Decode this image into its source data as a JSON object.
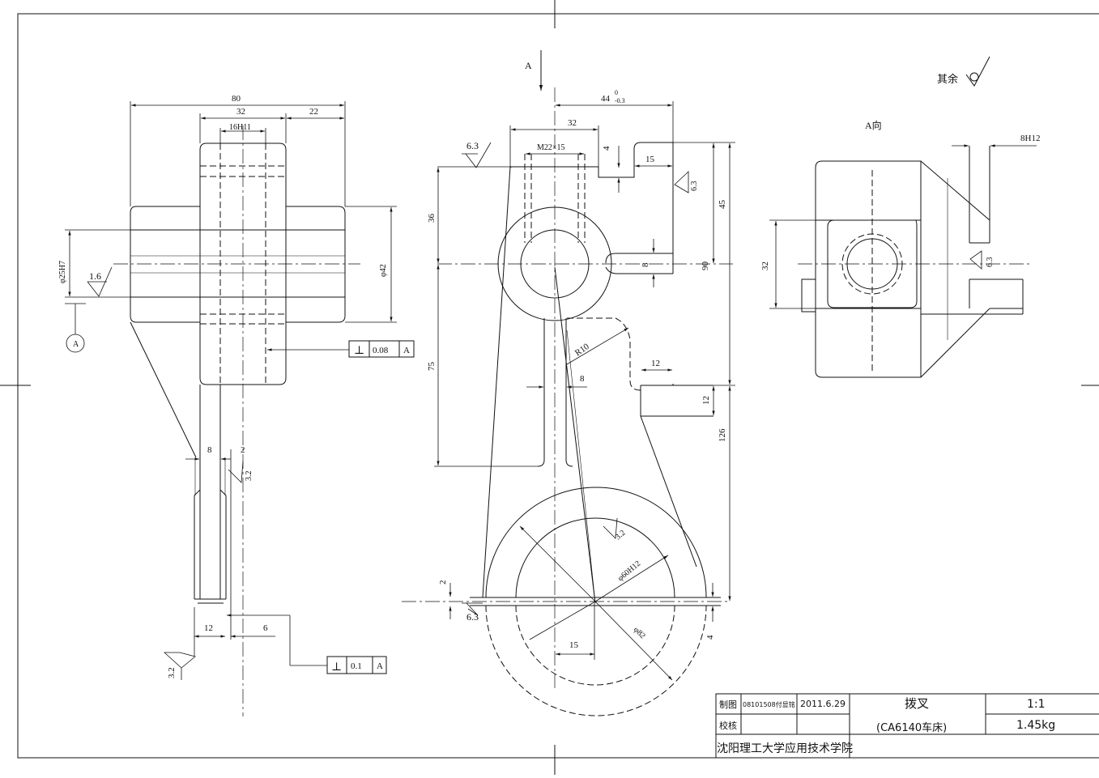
{
  "drawing": {
    "view_labels": {
      "direction_arrow": "A",
      "view_a": "A向",
      "datum": "A"
    },
    "general_roughness": {
      "label": "其余"
    },
    "left_view": {
      "dims": {
        "width_total": "80",
        "width_hub": "32",
        "width_right": "22",
        "slot": "16H11",
        "bore": "φ25H7",
        "diameter": "φ42",
        "thick_8": "8",
        "offset_2": "2",
        "bottom_12": "12",
        "bottom_6": "6"
      },
      "roughness": {
        "bore": "1.6",
        "side": "3.2",
        "bottom": "3.2"
      },
      "tolerances": [
        {
          "symbol": "⊥",
          "value": "0.08",
          "datum": "A"
        },
        {
          "symbol": "⊥",
          "value": "0.1",
          "datum": "A"
        }
      ]
    },
    "center_view": {
      "dims": {
        "width_44": "44",
        "tol_upper": "0",
        "tol_lower": "-0.3",
        "w32": "32",
        "thread": "M22×15",
        "d4": "4",
        "d15": "15",
        "h45": "45",
        "h90": "90",
        "h36": "36",
        "h75": "75",
        "d8_right": "8",
        "r10": "R10",
        "d8_web": "8",
        "d12_top": "12",
        "d12_side": "12",
        "h126": "126",
        "d2": "2",
        "d15_bottom": "15",
        "d4_bottom": "4",
        "phi60": "φ60H12",
        "phi82": "φ82"
      },
      "roughness": {
        "top": "6.3",
        "slot": "6.3",
        "fork": "3.2",
        "base": "6.3"
      }
    },
    "right_view": {
      "dims": {
        "slot": "8H12",
        "h32": "32"
      },
      "roughness": {
        "slot": "6.3"
      }
    }
  },
  "title_block": {
    "drawn_label": "制图",
    "drawn_by": "08101508付显铭",
    "date": "2011.6.29",
    "checked_label": "校核",
    "part_name": "拨叉",
    "machine": "(CA6140车床)",
    "scale": "1:1",
    "weight": "1.45kg",
    "school": "沈阳理工大学应用技术学院"
  }
}
